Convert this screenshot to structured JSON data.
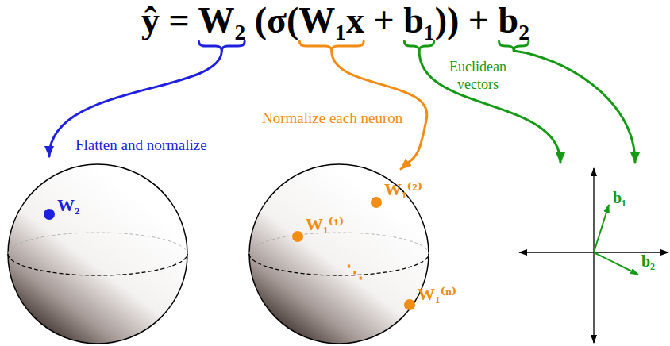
{
  "diagram": {
    "labels": [
      "ŷ = W₂ (σ(W₁x + b₁)) + b₂",
      "Flatten and normalize",
      "Normalize each neuron",
      "Euclidean vectors",
      "W₂",
      "W₁⁽¹⁾",
      "W₁⁽²⁾",
      "⋱",
      "W₁⁽ⁿ⁾",
      "b₁",
      "b₂"
    ]
  }
}
